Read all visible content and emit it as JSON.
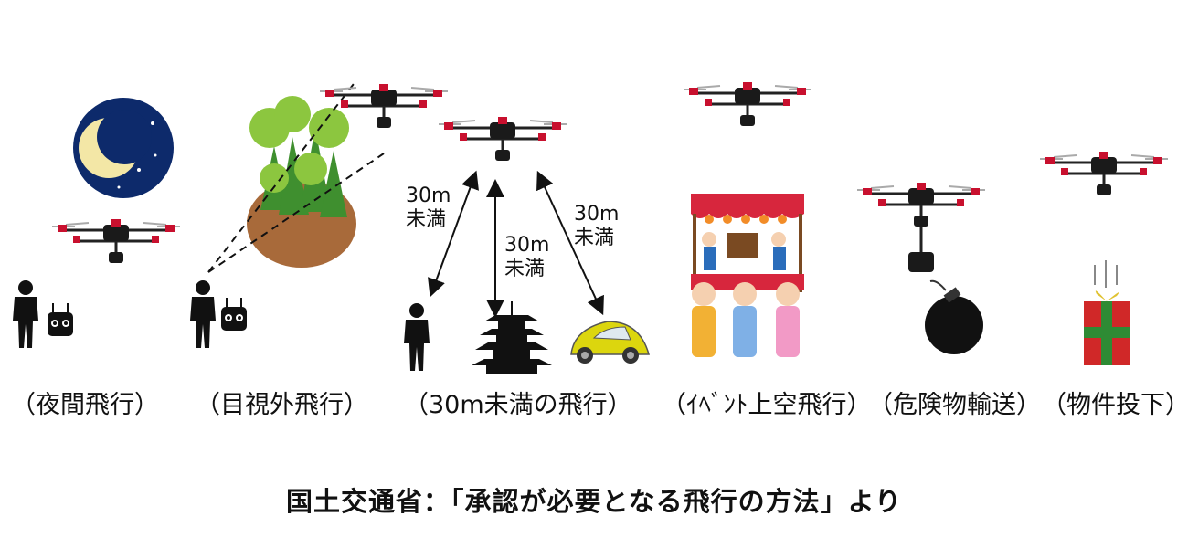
{
  "captions": {
    "night": "（夜間飛行）",
    "bvlos": "（目視外飛行）",
    "under30": "（30m未満の飛行）",
    "event": "（ｲﾍﾞﾝﾄ上空飛行）",
    "hazard": "（危険物輸送）",
    "drop": "（物件投下）"
  },
  "distance_labels": {
    "left": [
      "30m",
      "未満"
    ],
    "center": [
      "30m",
      "未満"
    ],
    "right": [
      "30m",
      "未満"
    ]
  },
  "footer": "国土交通省：「承認が必要となる飛行の方法」より",
  "colors": {
    "moon_sky": "#0d2a6b",
    "moon": "#f3e7a6",
    "tree_green": "#3f8f2f",
    "tree_light": "#8cc63f",
    "ground": "#a86a3a",
    "car": "#dcd60e",
    "drone_body": "#1a1a1a",
    "drone_red": "#c8102e",
    "stall_red": "#d7263d",
    "gift_red": "#d02828",
    "gift_green": "#2e8b34"
  },
  "icons": [
    "moon-icon",
    "drone-icon",
    "person-icon",
    "controller-icon",
    "forest-icon",
    "pagoda-icon",
    "car-icon",
    "festival-stall-icon",
    "bomb-icon",
    "gift-box-icon"
  ]
}
